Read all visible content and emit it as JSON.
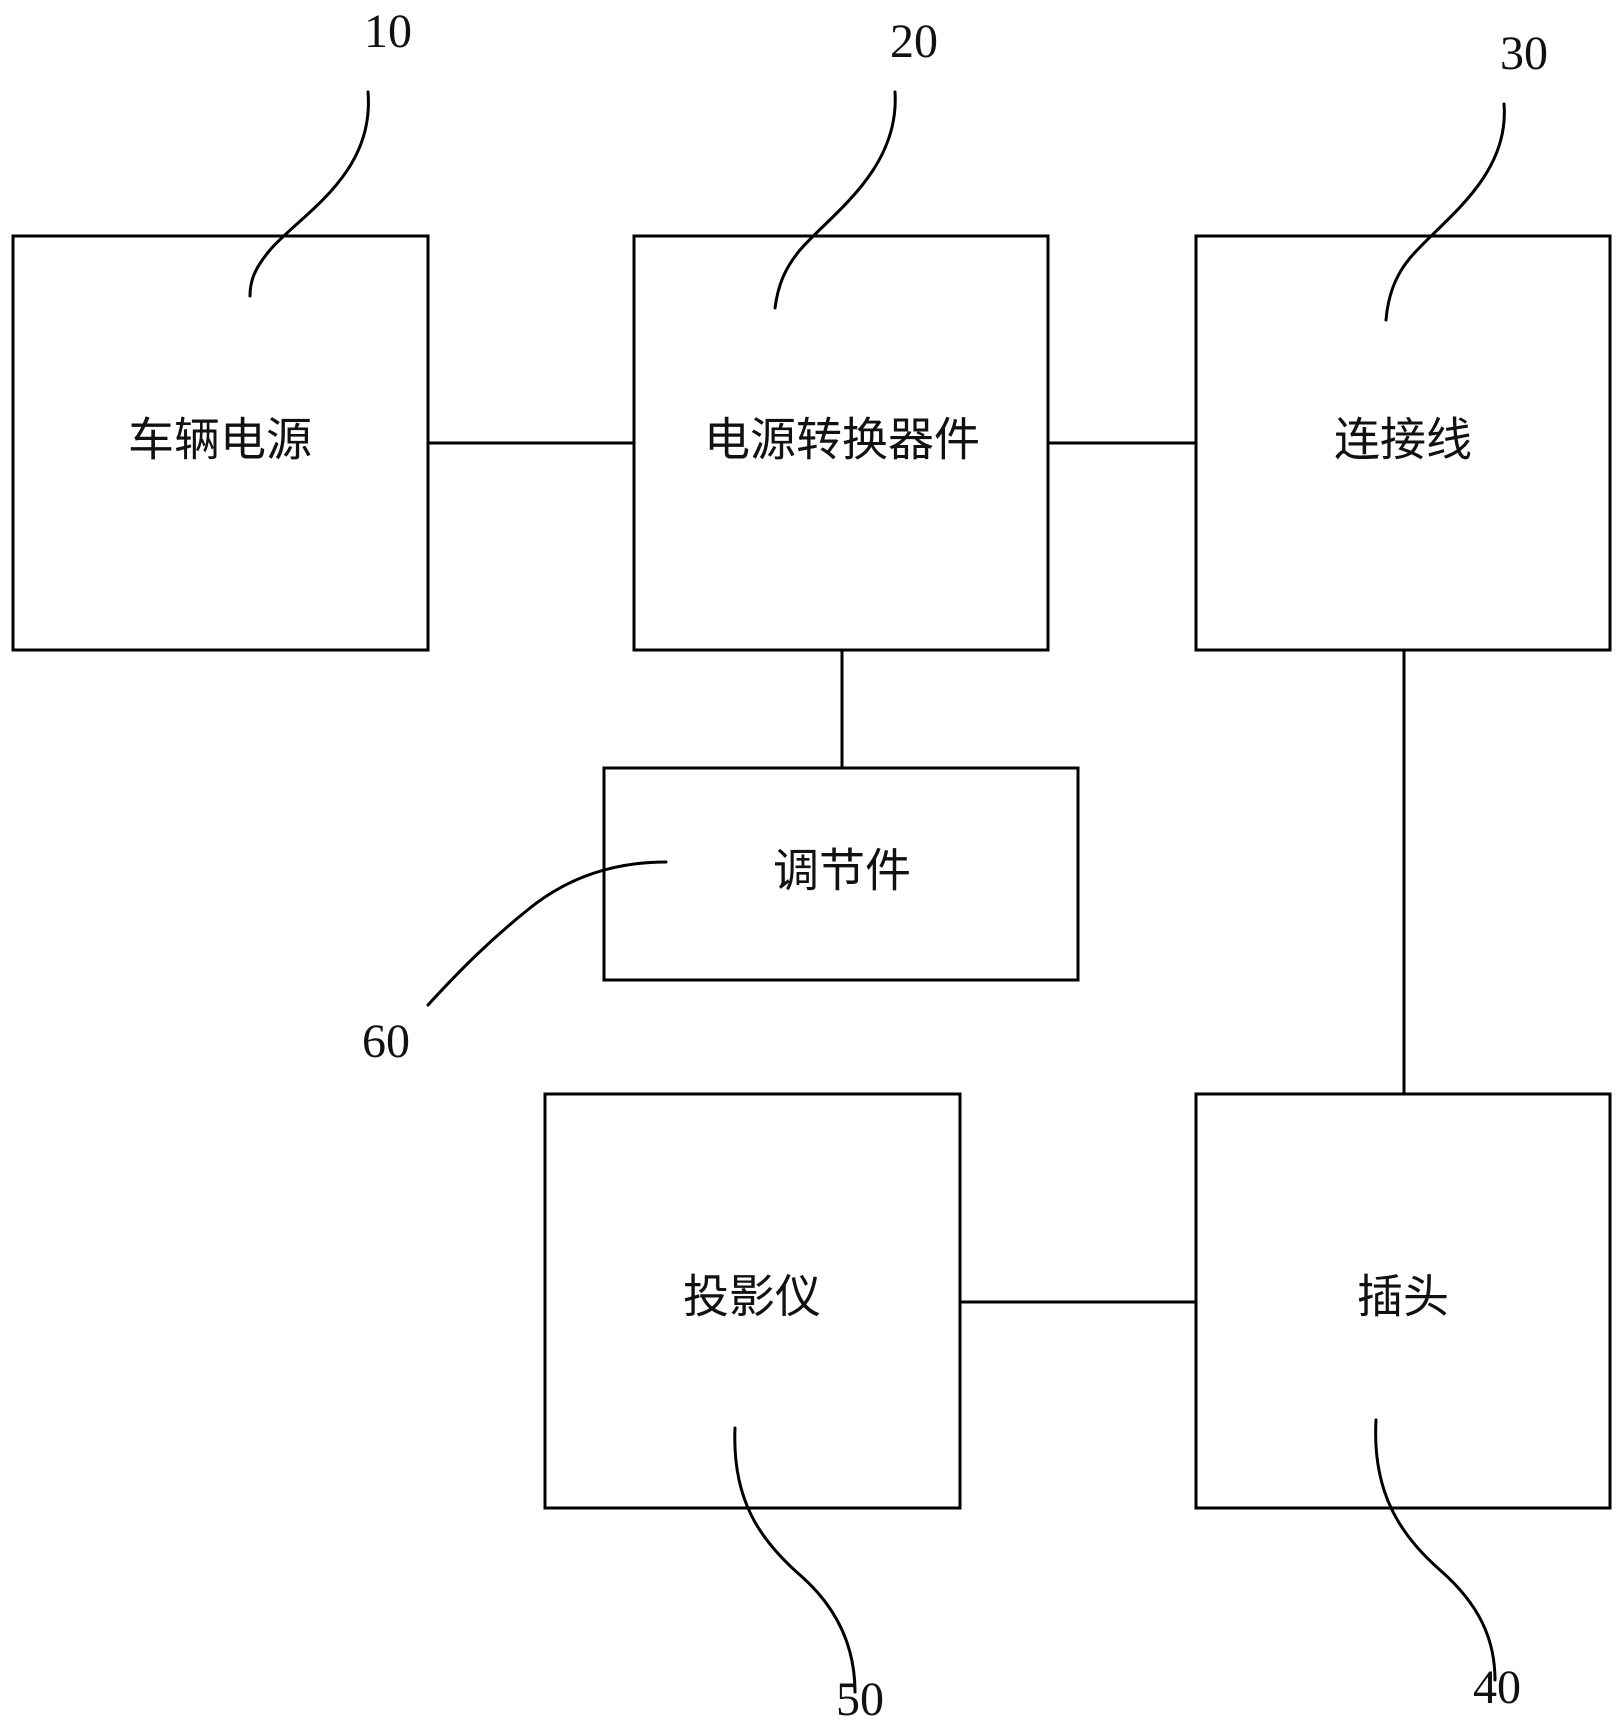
{
  "blocks": {
    "vehicle_power": {
      "label": "车辆电源",
      "ref": "10"
    },
    "power_converter": {
      "label": "电源转换器件",
      "ref": "20"
    },
    "connecting_wire": {
      "label": "连接线",
      "ref": "30"
    },
    "plug": {
      "label": "插头",
      "ref": "40"
    },
    "projector": {
      "label": "投影仪",
      "ref": "50"
    },
    "regulator": {
      "label": "调节件",
      "ref": "60"
    }
  },
  "colors": {
    "line": "#000000",
    "background": "#ffffff"
  }
}
